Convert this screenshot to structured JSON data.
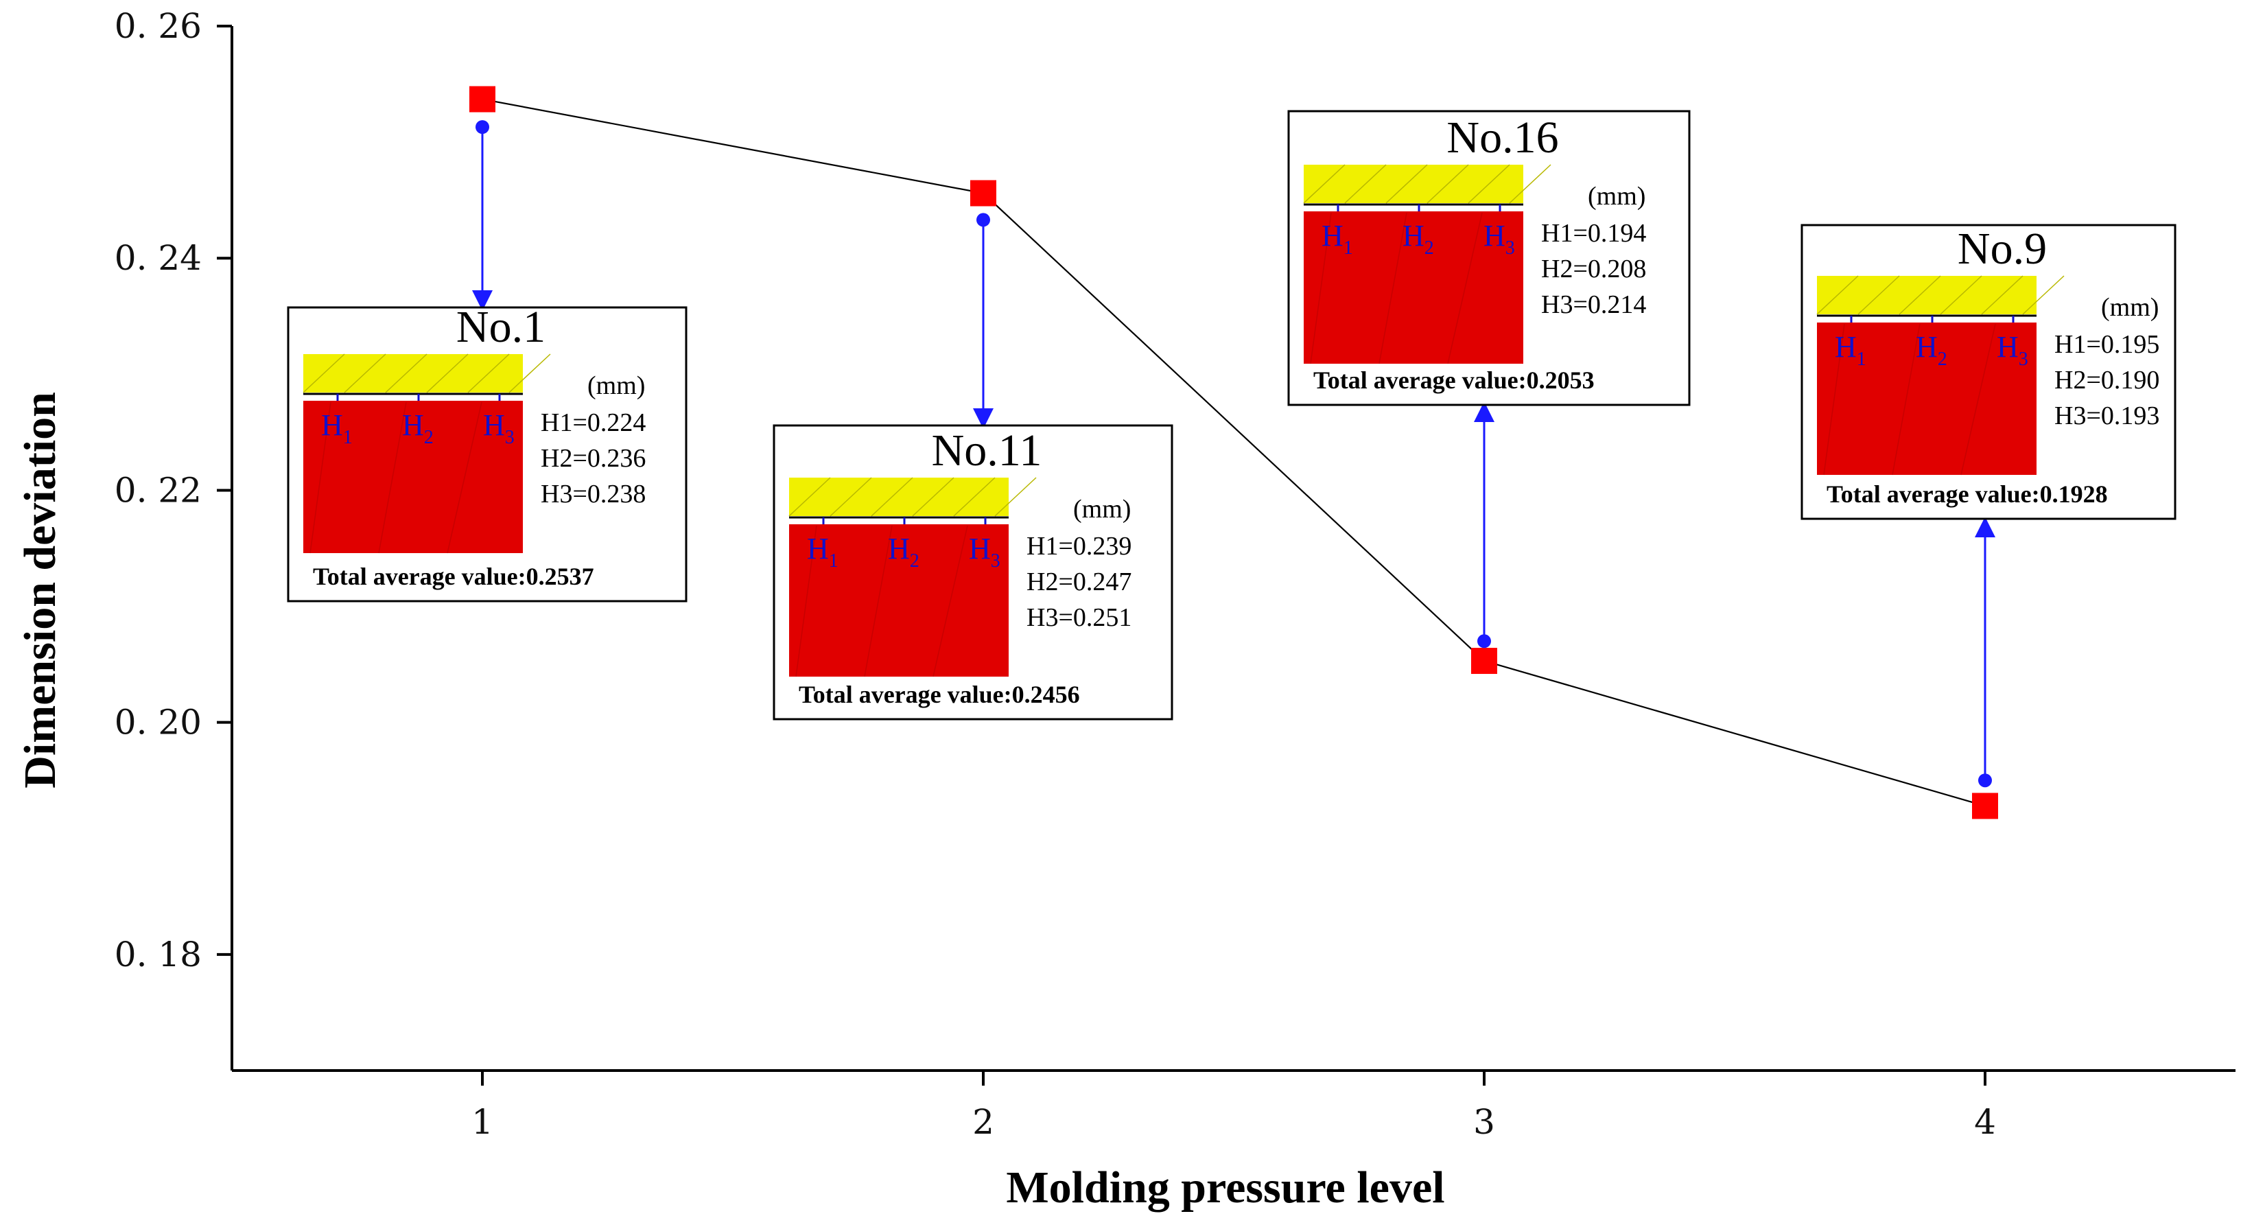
{
  "chart_data": {
    "type": "line",
    "title": "",
    "xlabel": "Molding pressure level",
    "ylabel": "Dimension deviation",
    "xlim": [
      0.5,
      4.5
    ],
    "ylim": [
      0.17,
      0.26
    ],
    "x_ticks": [
      "1",
      "2",
      "3",
      "4"
    ],
    "y_ticks": [
      "0. 18",
      "0. 20",
      "0. 22",
      "0. 24",
      "0. 26"
    ],
    "y_tick_values": [
      0.18,
      0.2,
      0.22,
      0.24,
      0.26
    ],
    "x": [
      1,
      2,
      3,
      4
    ],
    "series": [
      {
        "values": [
          0.2537,
          0.2456,
          0.2053,
          0.1928
        ],
        "marker": "square",
        "color": "#ff0000"
      },
      {
        "values": [
          0.2513,
          0.2433,
          0.207,
          0.195
        ],
        "marker": "circle",
        "color": "#1a1aff"
      }
    ],
    "annotations": [
      {
        "title": "No.1",
        "unit": "(mm)",
        "lines": [
          "H1=0.224",
          "H2=0.236",
          "H3=0.238"
        ],
        "total": "Total average value:0.2537"
      },
      {
        "title": "No.11",
        "unit": "(mm)",
        "lines": [
          "H1=0.239",
          "H2=0.247",
          "H3=0.251"
        ],
        "total": "Total average value:0.2456"
      },
      {
        "title": "No.16",
        "unit": "(mm)",
        "lines": [
          "H1=0.194",
          "H2=0.208",
          "H3=0.214"
        ],
        "total": "Total average value:0.2053"
      },
      {
        "title": "No.9",
        "unit": "(mm)",
        "lines": [
          "H1=0.195",
          "H2=0.190",
          "H3=0.193"
        ],
        "total": "Total average value:0.1928"
      }
    ],
    "h_labels": [
      "H",
      "H",
      "H"
    ],
    "h_subs": [
      "1",
      "2",
      "3"
    ],
    "colors": {
      "line": "#000000",
      "square": "#ff0000",
      "circle": "#1a1aff",
      "arrow": "#1a1aff",
      "mold_top": "#f0f000",
      "mold_body": "#e00000"
    }
  }
}
